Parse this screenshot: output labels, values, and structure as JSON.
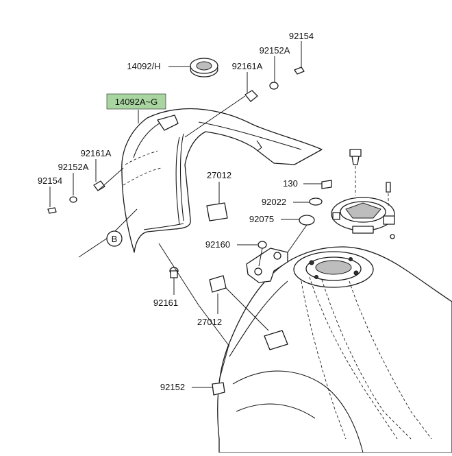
{
  "callouts": {
    "c92154_top": "92154",
    "c92152a_top": "92152A",
    "c14092h": "14092/H",
    "c92161a_top": "92161A",
    "c14092ag": "14092A~G",
    "c92161a_left": "92161A",
    "c92152a_left": "92152A",
    "c92154_left": "92154",
    "c27012_top": "27012",
    "c130": "130",
    "c92022": "92022",
    "c92075": "92075",
    "c92160": "92160",
    "c92161": "92161",
    "c27012_bottom": "27012",
    "c92152_bottom": "92152"
  },
  "ref_marker": "B",
  "colors": {
    "highlight": "#a9d6a0",
    "line": "#1a1a1a"
  }
}
